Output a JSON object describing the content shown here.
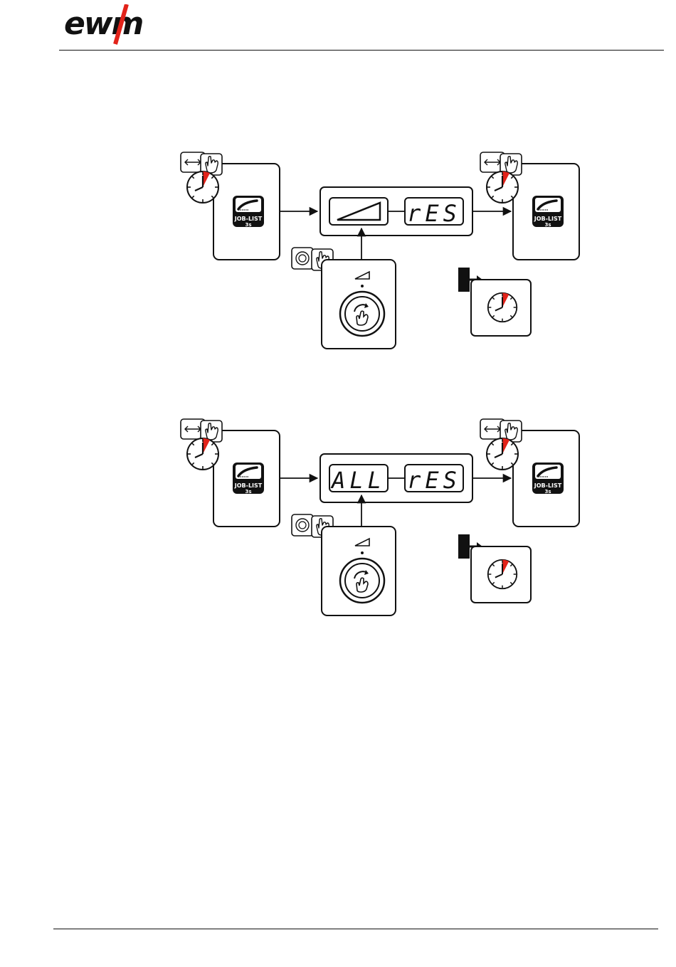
{
  "brand": {
    "logo_text": "ewm",
    "accent_color": "#e2231a"
  },
  "diagrams": [
    {
      "left_button": {
        "main_label": "JOB-LIST",
        "sub_label": "3s"
      },
      "display": {
        "left_readout": "",
        "left_icon": "ramp-triangle-icon",
        "right_readout": "rES"
      },
      "right_button": {
        "main_label": "JOB-LIST",
        "sub_label": "3s"
      }
    },
    {
      "left_button": {
        "main_label": "JOB-LIST",
        "sub_label": "3s"
      },
      "display": {
        "left_readout": "ALL",
        "right_readout": "rES"
      },
      "right_button": {
        "main_label": "JOB-LIST",
        "sub_label": "3s"
      }
    }
  ],
  "icons": {
    "press_hold": "press-and-hold-icon",
    "timer": "timer-red-sector-icon",
    "rotary": "rotary-knob-icon",
    "exit": "exit-door-icon",
    "torch": "welding-torch-icon"
  },
  "colors": {
    "line": "#111111",
    "timer_sector": "#e2231a"
  }
}
